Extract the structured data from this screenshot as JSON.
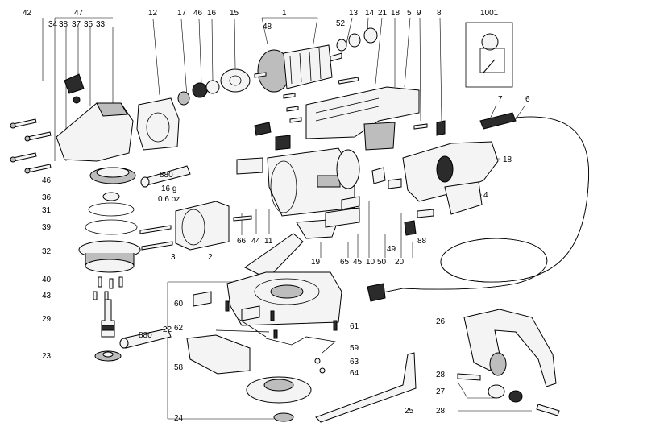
{
  "callouts": {
    "c42": "42",
    "c47": "47",
    "c34": "34",
    "c38": "38",
    "c37": "37",
    "c35": "35",
    "c33": "33",
    "c12": "12",
    "c17": "17",
    "c46": "46",
    "c16": "16",
    "c15": "15",
    "c1": "1",
    "c48": "48",
    "c52": "52",
    "c13": "13",
    "c14": "14",
    "c21": "21",
    "c18a": "18",
    "c5": "5",
    "c9": "9",
    "c8": "8",
    "c1001": "1001",
    "c7": "7",
    "c6": "6",
    "c18b": "18",
    "c4": "4",
    "c46b": "46",
    "c36": "36",
    "c31": "31",
    "c39": "39",
    "c32": "32",
    "c40": "40",
    "c43": "43",
    "c29": "29",
    "c23": "23",
    "c3": "3",
    "c2": "2",
    "c66": "66",
    "c44": "44",
    "c11": "11",
    "c19": "19",
    "c65": "65",
    "c45": "45",
    "c10": "10",
    "c50": "50",
    "c20": "20",
    "c49": "49",
    "c88": "88",
    "c60": "60",
    "c62": "62",
    "c22": "22",
    "c61": "61",
    "c59": "59",
    "c63": "63",
    "c64": "64",
    "c58": "58",
    "c24": "24",
    "c25": "25",
    "c26": "26",
    "c28a": "28",
    "c27": "27",
    "c28b": "28"
  },
  "grease": {
    "tube_label_top": "880",
    "weight": "16 g",
    "weight_oz": "0.6 oz",
    "tube_label_bottom": "880"
  },
  "icons": {
    "diagram": "exploded-parts-drawing",
    "detail": "brush-detail-inset"
  }
}
